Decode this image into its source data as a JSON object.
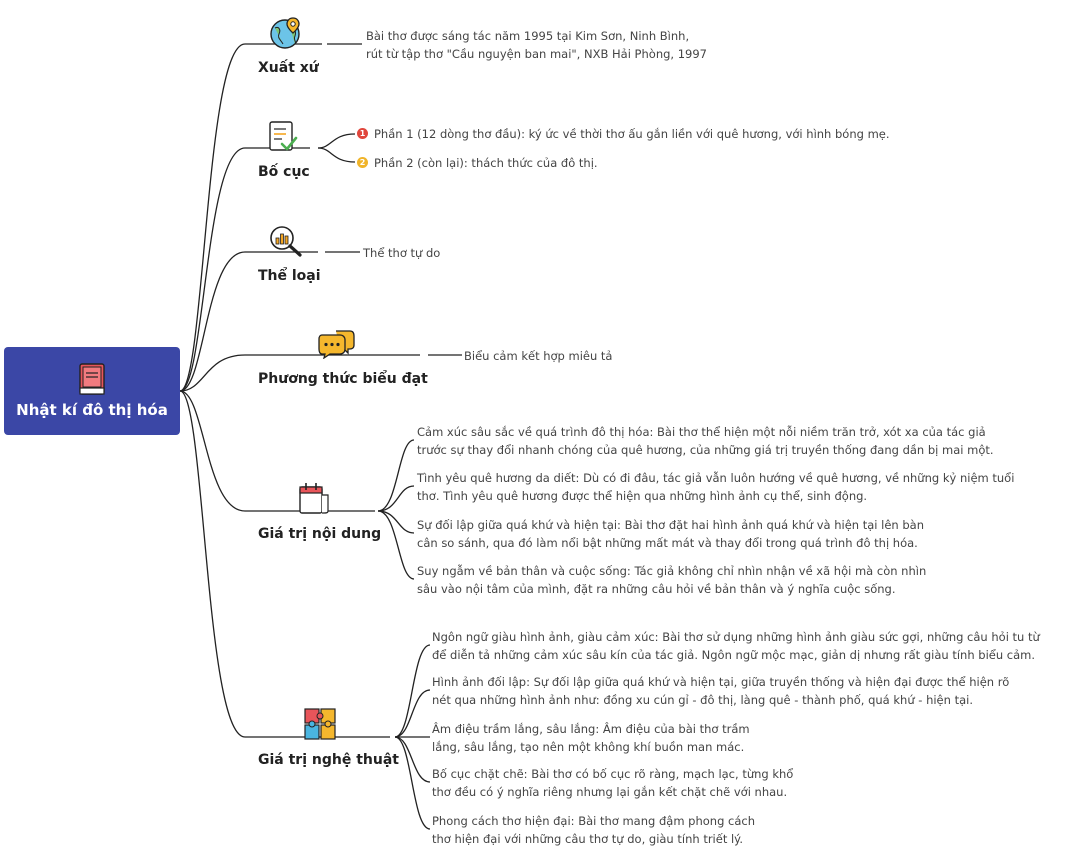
{
  "root": {
    "title": "Nhật kí đô thị hóa"
  },
  "branches": {
    "xuat_xu": {
      "label": "Xuất xứ",
      "lines": [
        "Bài thơ được sáng tác năm 1995 tại Kim Sơn, Ninh Bình,",
        "rút từ tập thơ \"Cầu nguyện ban mai\", NXB Hải Phòng, 1997"
      ]
    },
    "bo_cuc": {
      "label": "Bố cục",
      "items": [
        {
          "num": "1",
          "text": "Phần 1 (12 dòng thơ đầu): ký ức về thời thơ ấu gắn liền với quê hương, với hình bóng mẹ."
        },
        {
          "num": "2",
          "text": "Phần 2 (còn lại): thách thức của đô thị."
        }
      ]
    },
    "the_loai": {
      "label": "Thể loại",
      "text": "Thể thơ tự do"
    },
    "phuong_thuc": {
      "label": "Phương thức biểu đạt",
      "text": "Biểu cảm kết hợp miêu tả"
    },
    "noi_dung": {
      "label": "Giá trị nội dung",
      "items": [
        [
          "Cảm xúc sâu sắc về quá trình đô thị hóa: Bài thơ thể hiện một nỗi niềm trăn trở, xót xa của tác giả",
          "trước sự thay đổi nhanh chóng của quê hương, của những giá trị truyền thống đang dần bị mai một."
        ],
        [
          "Tình yêu quê hương da diết: Dù có đi đâu, tác giả vẫn luôn hướng về quê hương, về những kỷ niệm tuổi",
          "thơ. Tình yêu quê hương được thể hiện qua những hình ảnh cụ thể, sinh động."
        ],
        [
          "Sự đối lập giữa quá khứ và hiện tại: Bài thơ đặt hai hình ảnh quá khứ và hiện tại lên bàn",
          "cân so sánh, qua đó làm nổi bật những mất mát và thay đổi trong quá trình đô thị hóa."
        ],
        [
          "Suy ngẫm về bản thân và cuộc sống: Tác giả không chỉ nhìn nhận về xã hội mà còn nhìn",
          "sâu vào nội tâm của mình, đặt ra những câu hỏi về bản thân và ý nghĩa cuộc sống."
        ]
      ]
    },
    "nghe_thuat": {
      "label": "Giá trị nghệ thuật",
      "items": [
        [
          "Ngôn ngữ giàu hình ảnh, giàu cảm xúc: Bài thơ sử dụng những hình ảnh giàu sức gợi, những câu hỏi tu từ",
          "để diễn tả những cảm xúc sâu kín của tác giả. Ngôn ngữ mộc mạc, giản dị nhưng rất giàu tính biểu cảm."
        ],
        [
          "Hình ảnh đối lập: Sự đối lập giữa quá khứ và hiện tại, giữa truyền thống và hiện đại được thể hiện rõ",
          "nét qua những hình ảnh như: đồng xu cún gỉ - đô thị, làng quê - thành phố, quá khứ - hiện tại."
        ],
        [
          "Âm điệu trầm lắng, sâu lắng: Âm điệu của bài thơ trầm",
          "lắng, sâu lắng, tạo nên một không khí buồn man mác."
        ],
        [
          "Bố cục chặt chẽ: Bài thơ có bố cục rõ ràng, mạch lạc, từng khổ",
          "thơ đều có ý nghĩa riêng nhưng lại gắn kết chặt chẽ với nhau."
        ],
        [
          "Phong cách thơ hiện đại: Bài thơ mang đậm phong cách",
          "thơ hiện đại với những câu thơ tự do, giàu tính triết lý."
        ]
      ]
    }
  },
  "colors": {
    "root_bg": "#3b47a6",
    "num1": "#e0463c",
    "num2": "#f0b429"
  },
  "icons": {
    "root": "book-icon",
    "xuat_xu": "globe-pin-icon",
    "bo_cuc": "checklist-icon",
    "the_loai": "magnifier-chart-icon",
    "phuong_thuc": "speech-bubbles-icon",
    "noi_dung": "calendar-page-icon",
    "nghe_thuat": "puzzle-icon"
  }
}
